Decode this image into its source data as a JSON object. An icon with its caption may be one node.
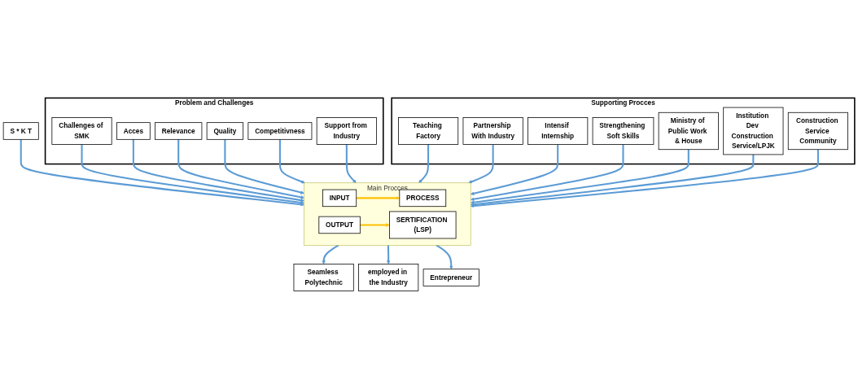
{
  "diagram": {
    "nodes": [
      {
        "text": [
          "S * K T"
        ]
      },
      {
        "text": [
          "Problem and Challenges"
        ]
      },
      {
        "text": [
          "Challenges of SMK"
        ],
        "in": 1
      },
      {
        "text": [
          "Acces"
        ],
        "in": 1
      },
      {
        "text": [
          "Relevance"
        ],
        "in": 1
      },
      {
        "text": [
          "Quality"
        ],
        "in": 1
      },
      {
        "text": [
          "Competitivness"
        ],
        "in": 1
      },
      {
        "text": [
          "Support from Industry"
        ],
        "in": 1
      },
      {
        "text": [
          "Main Procces"
        ]
      },
      {
        "text": [
          "INPUT"
        ],
        "in": 8
      },
      {
        "text": [
          "PROCESS"
        ],
        "in": 8
      },
      {
        "text": [
          "OUTPUT"
        ],
        "in": 8
      },
      {
        "text": [
          "SERTIFICATION (LSP)"
        ],
        "in": 8
      },
      {
        "text": [
          "Supporting Procces"
        ]
      },
      {
        "text": [
          "Teaching Factory"
        ],
        "in": 13
      },
      {
        "text": [
          "Partnership With Industry"
        ],
        "in": 13
      },
      {
        "text": [
          "Intensif Internship"
        ],
        "in": 13
      },
      {
        "text": [
          "Strengthening Soft Skills"
        ],
        "in": 13
      },
      {
        "text": [
          "Ministry of Public Work & House"
        ],
        "in": 13
      },
      {
        "text": [
          "Institution Dev Construction Service/LPJK"
        ],
        "in": 13
      },
      {
        "text": [
          "Construction Service Community"
        ],
        "in": 13
      },
      {
        "text": [
          "Seamless Polytechnic"
        ]
      },
      {
        "text": [
          "employed in the Industry"
        ]
      },
      {
        "text": [
          "Entrepreneur"
        ]
      }
    ],
    "edges": [
      {
        "from": 0,
        "to": 8,
        "arrow": "to"
      },
      {
        "from": 9,
        "to": 10,
        "arrow": "to",
        "color": "#ffc000"
      },
      {
        "from": 11,
        "to": 12,
        "arrow": "to",
        "color": "#ffc000"
      },
      {
        "from": 2,
        "to": 8,
        "arrow": "to"
      },
      {
        "from": 3,
        "to": 8,
        "arrow": "to"
      },
      {
        "from": 4,
        "to": 8,
        "arrow": "to"
      },
      {
        "from": 5,
        "to": 8,
        "arrow": "to"
      },
      {
        "from": 6,
        "to": 8,
        "arrow": "to"
      },
      {
        "from": 7,
        "to": 8,
        "arrow": "to"
      },
      {
        "from": 14,
        "to": 8,
        "arrow": "to"
      },
      {
        "from": 15,
        "to": 8,
        "arrow": "to"
      },
      {
        "from": 16,
        "to": 8,
        "arrow": "to"
      },
      {
        "from": 17,
        "to": 8,
        "arrow": "to"
      },
      {
        "from": 18,
        "to": 8,
        "arrow": "to"
      },
      {
        "from": 19,
        "to": 8,
        "arrow": "to"
      },
      {
        "from": 20,
        "to": 8,
        "arrow": "to"
      },
      {
        "from": 8,
        "to": 21,
        "arrow": "to"
      },
      {
        "from": 8,
        "to": 22,
        "arrow": "to"
      },
      {
        "from": 8,
        "to": 23,
        "arrow": "to"
      }
    ]
  }
}
